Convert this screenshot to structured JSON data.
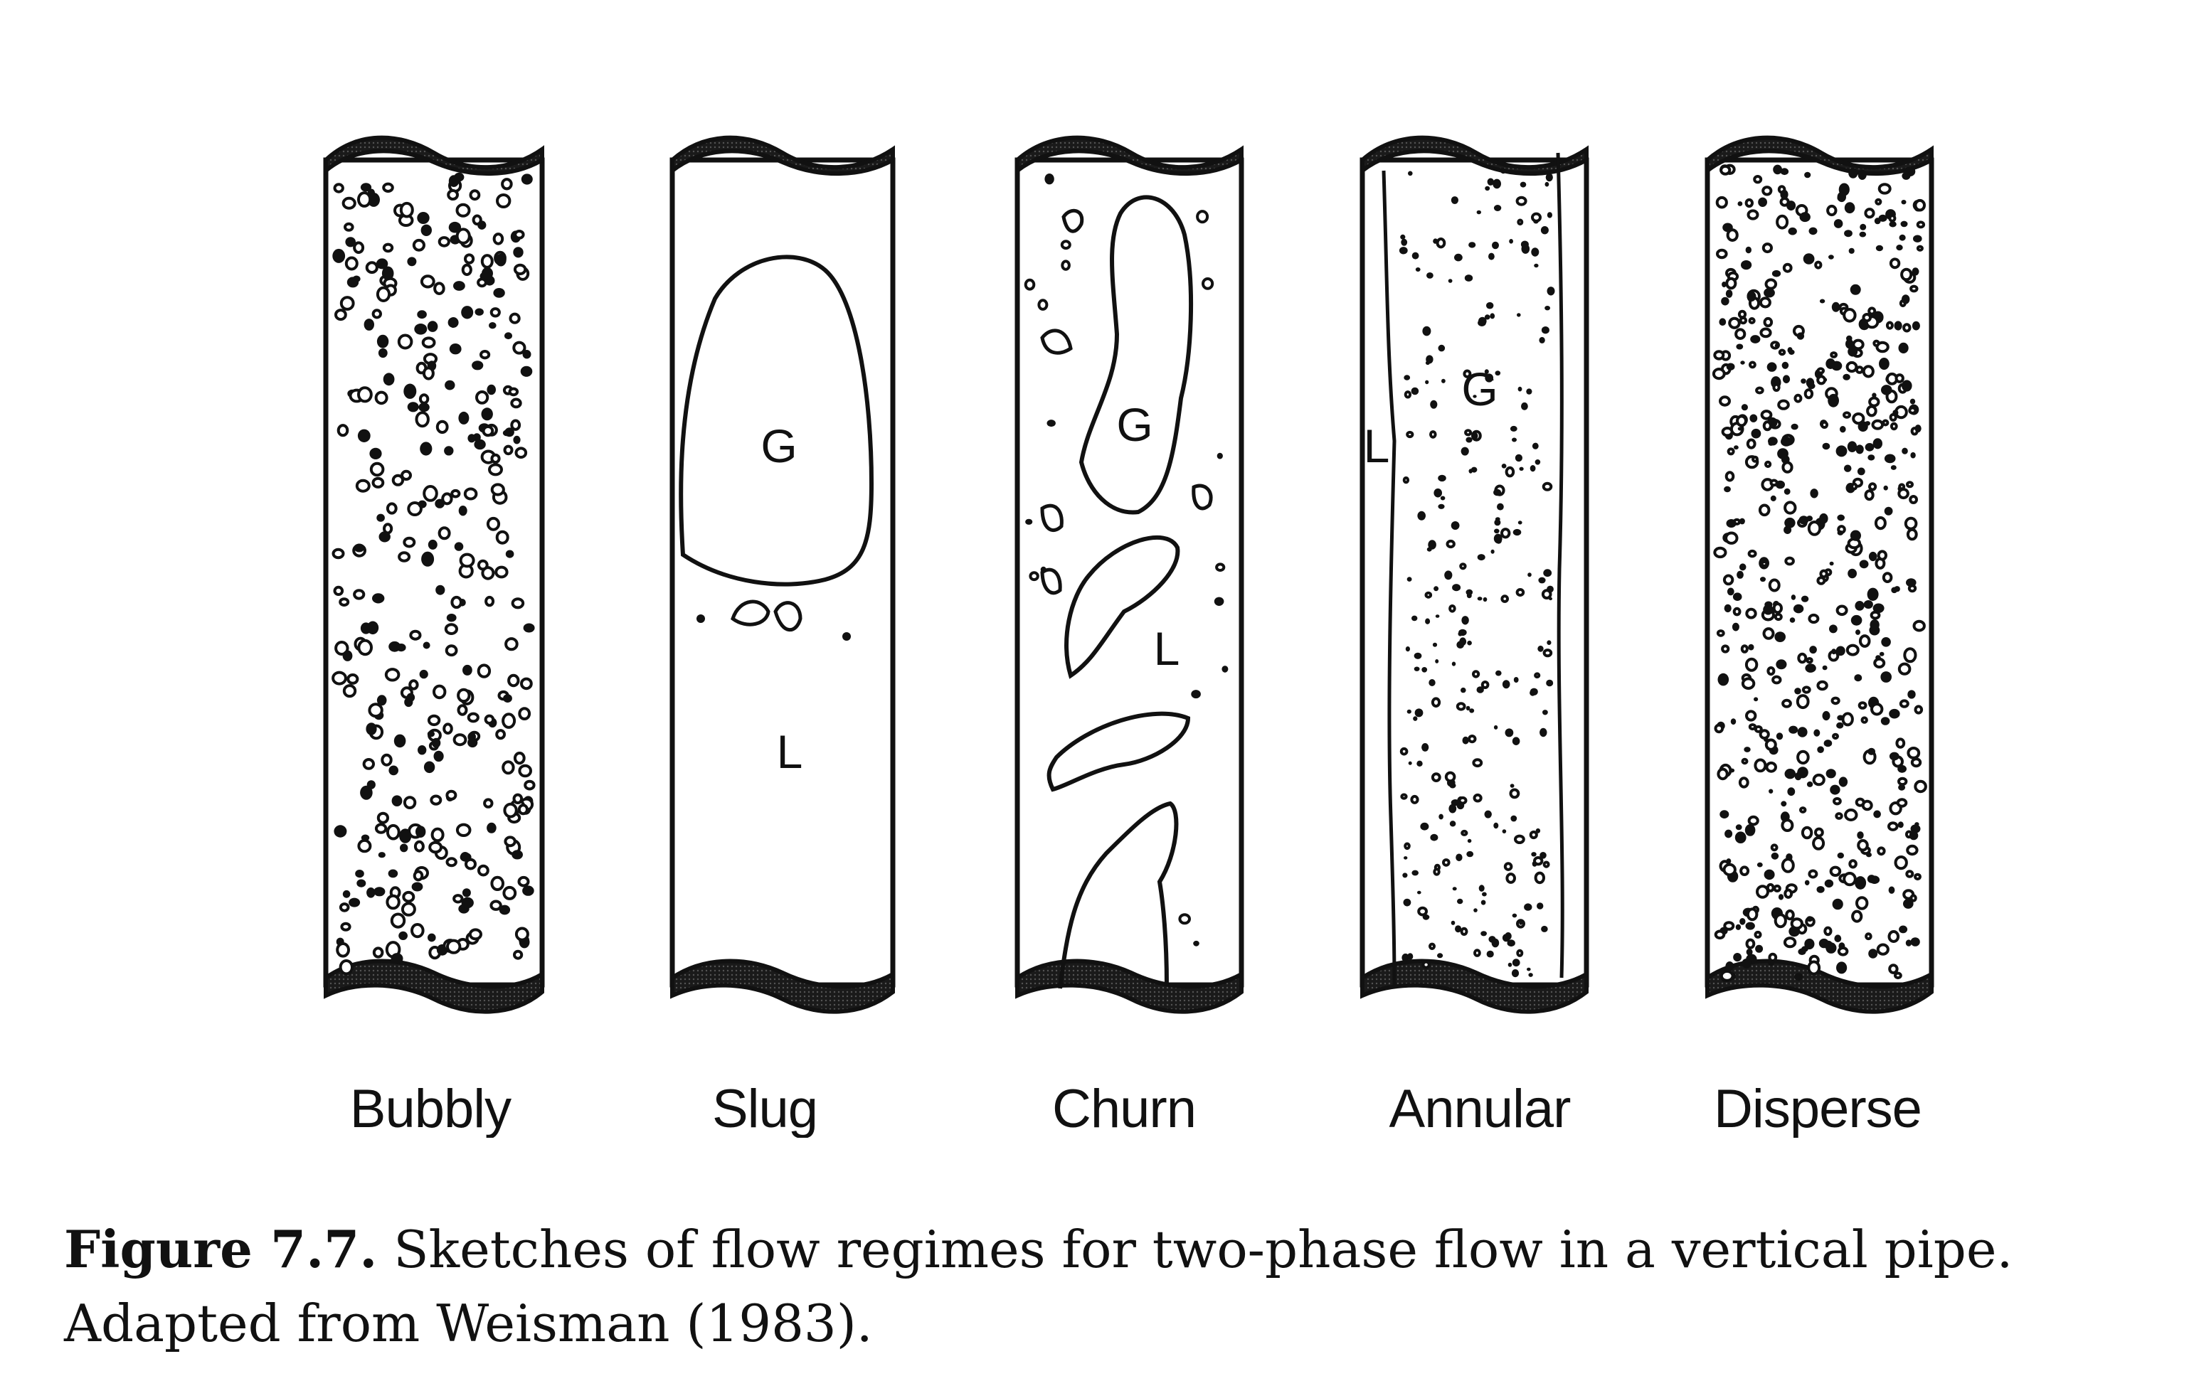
{
  "figure": {
    "pipes": [
      {
        "id": "bubbly",
        "label": "Bubbly"
      },
      {
        "id": "slug",
        "label": "Slug",
        "phase_labels": [
          "G",
          "L"
        ]
      },
      {
        "id": "churn",
        "label": "Churn",
        "phase_labels": [
          "G",
          "L"
        ]
      },
      {
        "id": "annular",
        "label": "Annular",
        "phase_labels": [
          "G",
          "L"
        ]
      },
      {
        "id": "disperse",
        "label": "Disperse"
      }
    ]
  },
  "caption": {
    "figure_number": "Figure 7.7.",
    "text_line1": "Sketches of flow regimes for two-phase flow in a vertical pipe.",
    "text_line2": "Adapted from Weisman (1983)."
  }
}
